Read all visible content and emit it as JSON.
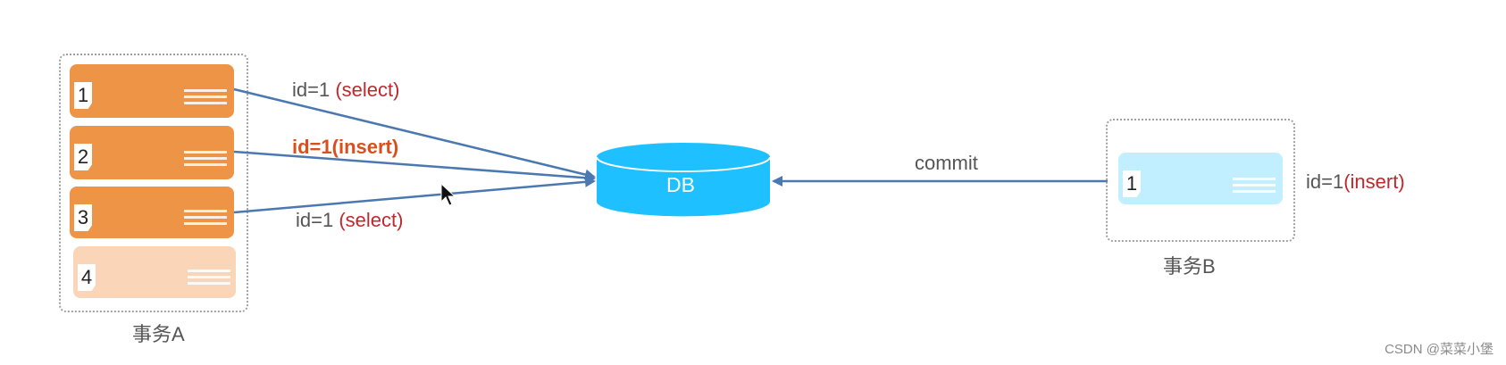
{
  "transaction_a": {
    "title": "事务A",
    "rows": [
      {
        "num": "1",
        "active": true
      },
      {
        "num": "2",
        "active": true
      },
      {
        "num": "3",
        "active": true
      },
      {
        "num": "4",
        "active": false
      }
    ]
  },
  "arrows": [
    {
      "id_text": "id=1 ",
      "op": "(select)",
      "bold": false
    },
    {
      "id_text": "id=1",
      "op": "(insert)",
      "bold": true
    },
    {
      "id_text": "id=1 ",
      "op": "(select)",
      "bold": false
    }
  ],
  "db": {
    "label": "DB"
  },
  "commit_label": "commit",
  "transaction_b": {
    "title": "事务B",
    "row": {
      "num": "1"
    },
    "side_id": "id=1",
    "side_op": "(insert)"
  },
  "watermark": "CSDN @菜菜小堡",
  "colors": {
    "active_card": "#ee9446",
    "inactive_card": "#fad5b8",
    "db": "#1ec0ff",
    "tx_b_card": "#c2efff",
    "arrow": "#4a78b0",
    "op_red": "#c0282d"
  }
}
